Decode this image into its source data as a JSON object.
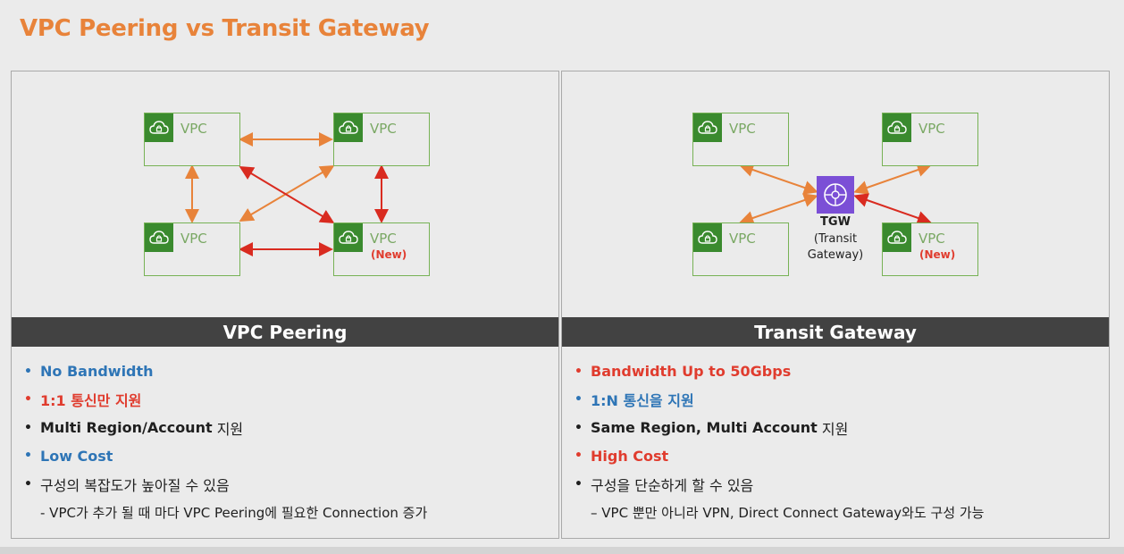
{
  "title": "VPC Peering vs Transit Gateway",
  "colors": {
    "accent_orange": "#e8833a",
    "header_bg": "#424242",
    "blue": "#2e75b6",
    "red": "#e03c2e",
    "vpc_green": "#3a8a2e",
    "tgw_purple": "#7b4fd6",
    "arrow_orange": "#e8833a",
    "arrow_red": "#d92b20"
  },
  "left_panel": {
    "header": "VPC Peering",
    "vpcs": [
      {
        "label": "VPC",
        "new_label": ""
      },
      {
        "label": "VPC",
        "new_label": ""
      },
      {
        "label": "VPC",
        "new_label": ""
      },
      {
        "label": "VPC",
        "new_label": "(New)"
      }
    ],
    "bullets": [
      {
        "text": "No Bandwidth",
        "suffix": "",
        "color": "blue"
      },
      {
        "text": "1:1 통신만 지원",
        "suffix": "",
        "color": "red"
      },
      {
        "text": "Multi Region/Account",
        "suffix": " 지원",
        "color": "black"
      },
      {
        "text": "Low Cost",
        "suffix": "",
        "color": "blue"
      },
      {
        "text": "",
        "suffix": "구성의 복잡도가 높아질 수 있음",
        "color": "black"
      }
    ],
    "sub_note": "- VPC가 추가 될 때 마다 VPC Peering에 필요한 Connection 증가"
  },
  "right_panel": {
    "header": "Transit Gateway",
    "vpcs": [
      {
        "label": "VPC",
        "new_label": ""
      },
      {
        "label": "VPC",
        "new_label": ""
      },
      {
        "label": "VPC",
        "new_label": ""
      },
      {
        "label": "VPC",
        "new_label": "(New)"
      }
    ],
    "tgw": {
      "title": "TGW",
      "subtitle_line1": "(Transit",
      "subtitle_line2": "Gateway)"
    },
    "bullets": [
      {
        "text": "Bandwidth Up to 50Gbps",
        "suffix": "",
        "color": "red"
      },
      {
        "text": "1:N 통신을 지원",
        "suffix": "",
        "color": "blue"
      },
      {
        "text": "Same Region, Multi Account",
        "suffix": " 지원",
        "color": "black"
      },
      {
        "text": "High Cost",
        "suffix": "",
        "color": "red"
      },
      {
        "text": "",
        "suffix": "구성을 단순하게 할 수 있음",
        "color": "black"
      }
    ],
    "sub_note": "– VPC 뿐만 아니라 VPN, Direct Connect Gateway와도 구성 가능"
  },
  "icons": {
    "vpc": "cloud-lock-icon",
    "tgw": "transit-gateway-icon",
    "bullet": "bullet-dot-icon"
  }
}
